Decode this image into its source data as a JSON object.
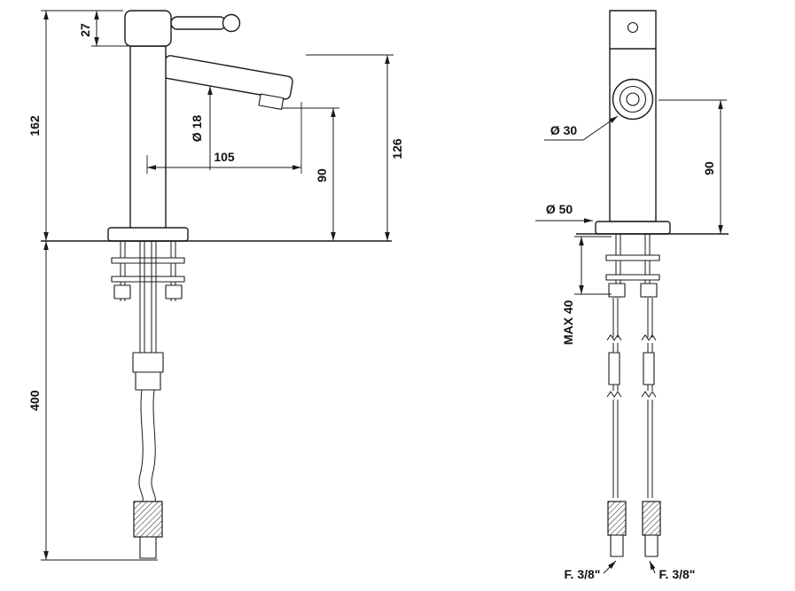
{
  "drawing": {
    "left_view": {
      "handle_height": "27",
      "total_body_height": "162",
      "hose_length": "400",
      "spout_diameter": "Ø 18",
      "spout_reach": "105",
      "spout_outlet_height": "90",
      "spout_top_height": "126"
    },
    "right_view": {
      "handle_diameter": "Ø 30",
      "base_diameter": "Ø 50",
      "handle_axis_height": "90",
      "max_mounting_thickness": "MAX 40",
      "inlet_left": "F. 3/8\"",
      "inlet_right": "F. 3/8\""
    },
    "line_color": "#1a1a1a",
    "background": "#ffffff"
  }
}
